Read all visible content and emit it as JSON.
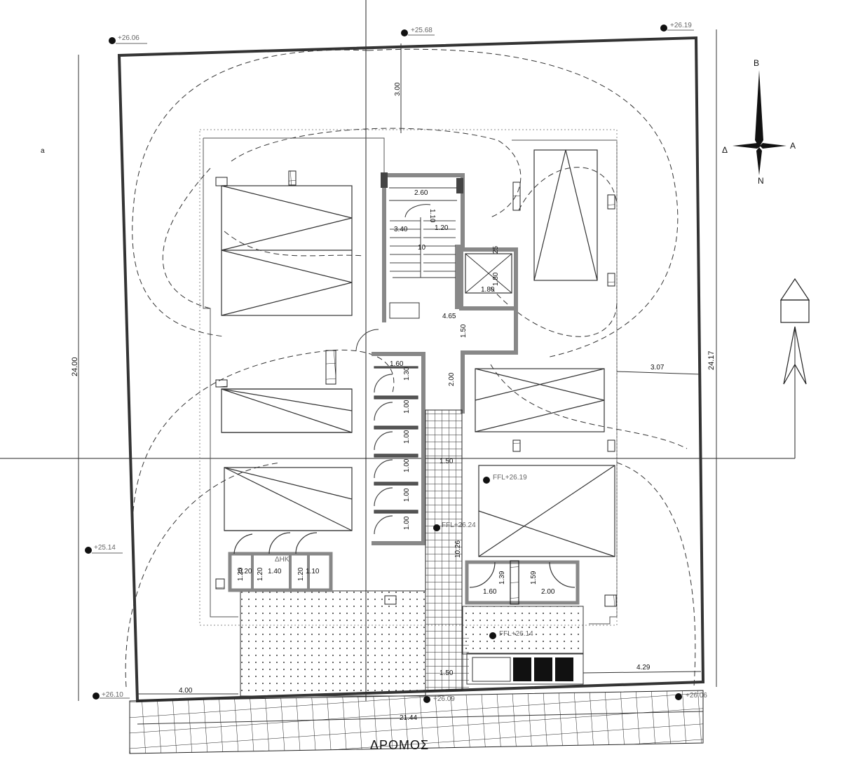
{
  "road_label": "ΔΡΟΜΟΣ",
  "compass": {
    "north": "B",
    "south": "N",
    "east": "A",
    "west": "Δ"
  },
  "levels": {
    "top_left": "+26.06",
    "top_center": "+25.68",
    "top_right": "+26.19",
    "mid_left": "+25.14",
    "bottom_left": "+26.10",
    "bottom_center": "+26.09",
    "bottom_right": "+26.06"
  },
  "floor_levels": {
    "right_parking": "FFL+26.19",
    "corridor": "FFL+26.24",
    "bins": "FFL+26.14"
  },
  "dims": {
    "overall_height_left": "24.00",
    "overall_height_right": "24.17",
    "setback_top": "3.00",
    "setback_right": "3.07",
    "bottom_left": "4.00",
    "bottom_total": "21.44",
    "bottom_right": "4.29",
    "stair_width": "2.60",
    "stair_landing": "1.20",
    "stair_a": "1.10",
    "stair_b": "3.40",
    "stair_steps": "10",
    "lift_top": "25",
    "lift_w": "1.80",
    "lift_h": "1.80",
    "lobby_width": "4.65",
    "lobby_depth": "1.50",
    "corridor_len": "2.00",
    "corridor_w_top": "1.50",
    "corridor_w_bottom": "1.50",
    "corridor_run": "10.26",
    "store_w": "1.60",
    "store_h1": "1.30",
    "store_h2": "1.00",
    "store_h3": "1.00",
    "store_h4": "1.00",
    "store_h5": "1.00",
    "store_h6": "1.00",
    "meter_a": "1.20",
    "meter_b": "1.20",
    "meter_c": "1.40",
    "meter_d": "1.20",
    "meter_e": "1.10",
    "meter_f": "0.20",
    "utility_a": "1.60",
    "utility_b": "1.39",
    "utility_c": "1.59",
    "utility_d": "2.00"
  },
  "marks": {
    "meters_label": "ΔΗΚ",
    "left_margin": "a"
  }
}
